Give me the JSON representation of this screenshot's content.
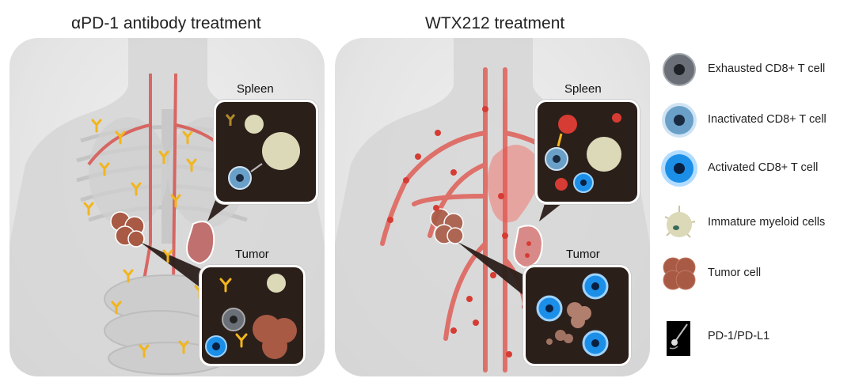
{
  "panels": {
    "left": {
      "title": "αPD-1 antibody treatment",
      "spleen_label": "Spleen",
      "tumor_label": "Tumor"
    },
    "right": {
      "title": "WTX212 treatment",
      "spleen_label": "Spleen",
      "tumor_label": "Tumor"
    }
  },
  "legend": {
    "items": [
      {
        "label": "Exhausted CD8+ T cell",
        "icon": "exhausted-t-cell-icon"
      },
      {
        "label": "Inactivated CD8+ T cell",
        "icon": "inactivated-t-cell-icon"
      },
      {
        "label": "Activated CD8+ T cell",
        "icon": "activated-t-cell-icon"
      },
      {
        "label": "Immature myeloid cells",
        "icon": "myeloid-cell-icon"
      },
      {
        "label": "Tumor cell",
        "icon": "tumor-cell-icon"
      },
      {
        "label": "PD-1/PD-L1",
        "icon": "pd1-pdl1-icon"
      }
    ]
  },
  "colors": {
    "exhausted": "#6b7078",
    "inactivated": "#6aa0c8",
    "activated": "#1b8fe8",
    "myeloid": "#dcd9b8",
    "tumor": "#a85a45",
    "antibody": "#f2b51c",
    "vessel": "#e0574f",
    "callout_bg": "#2b1f1a"
  }
}
